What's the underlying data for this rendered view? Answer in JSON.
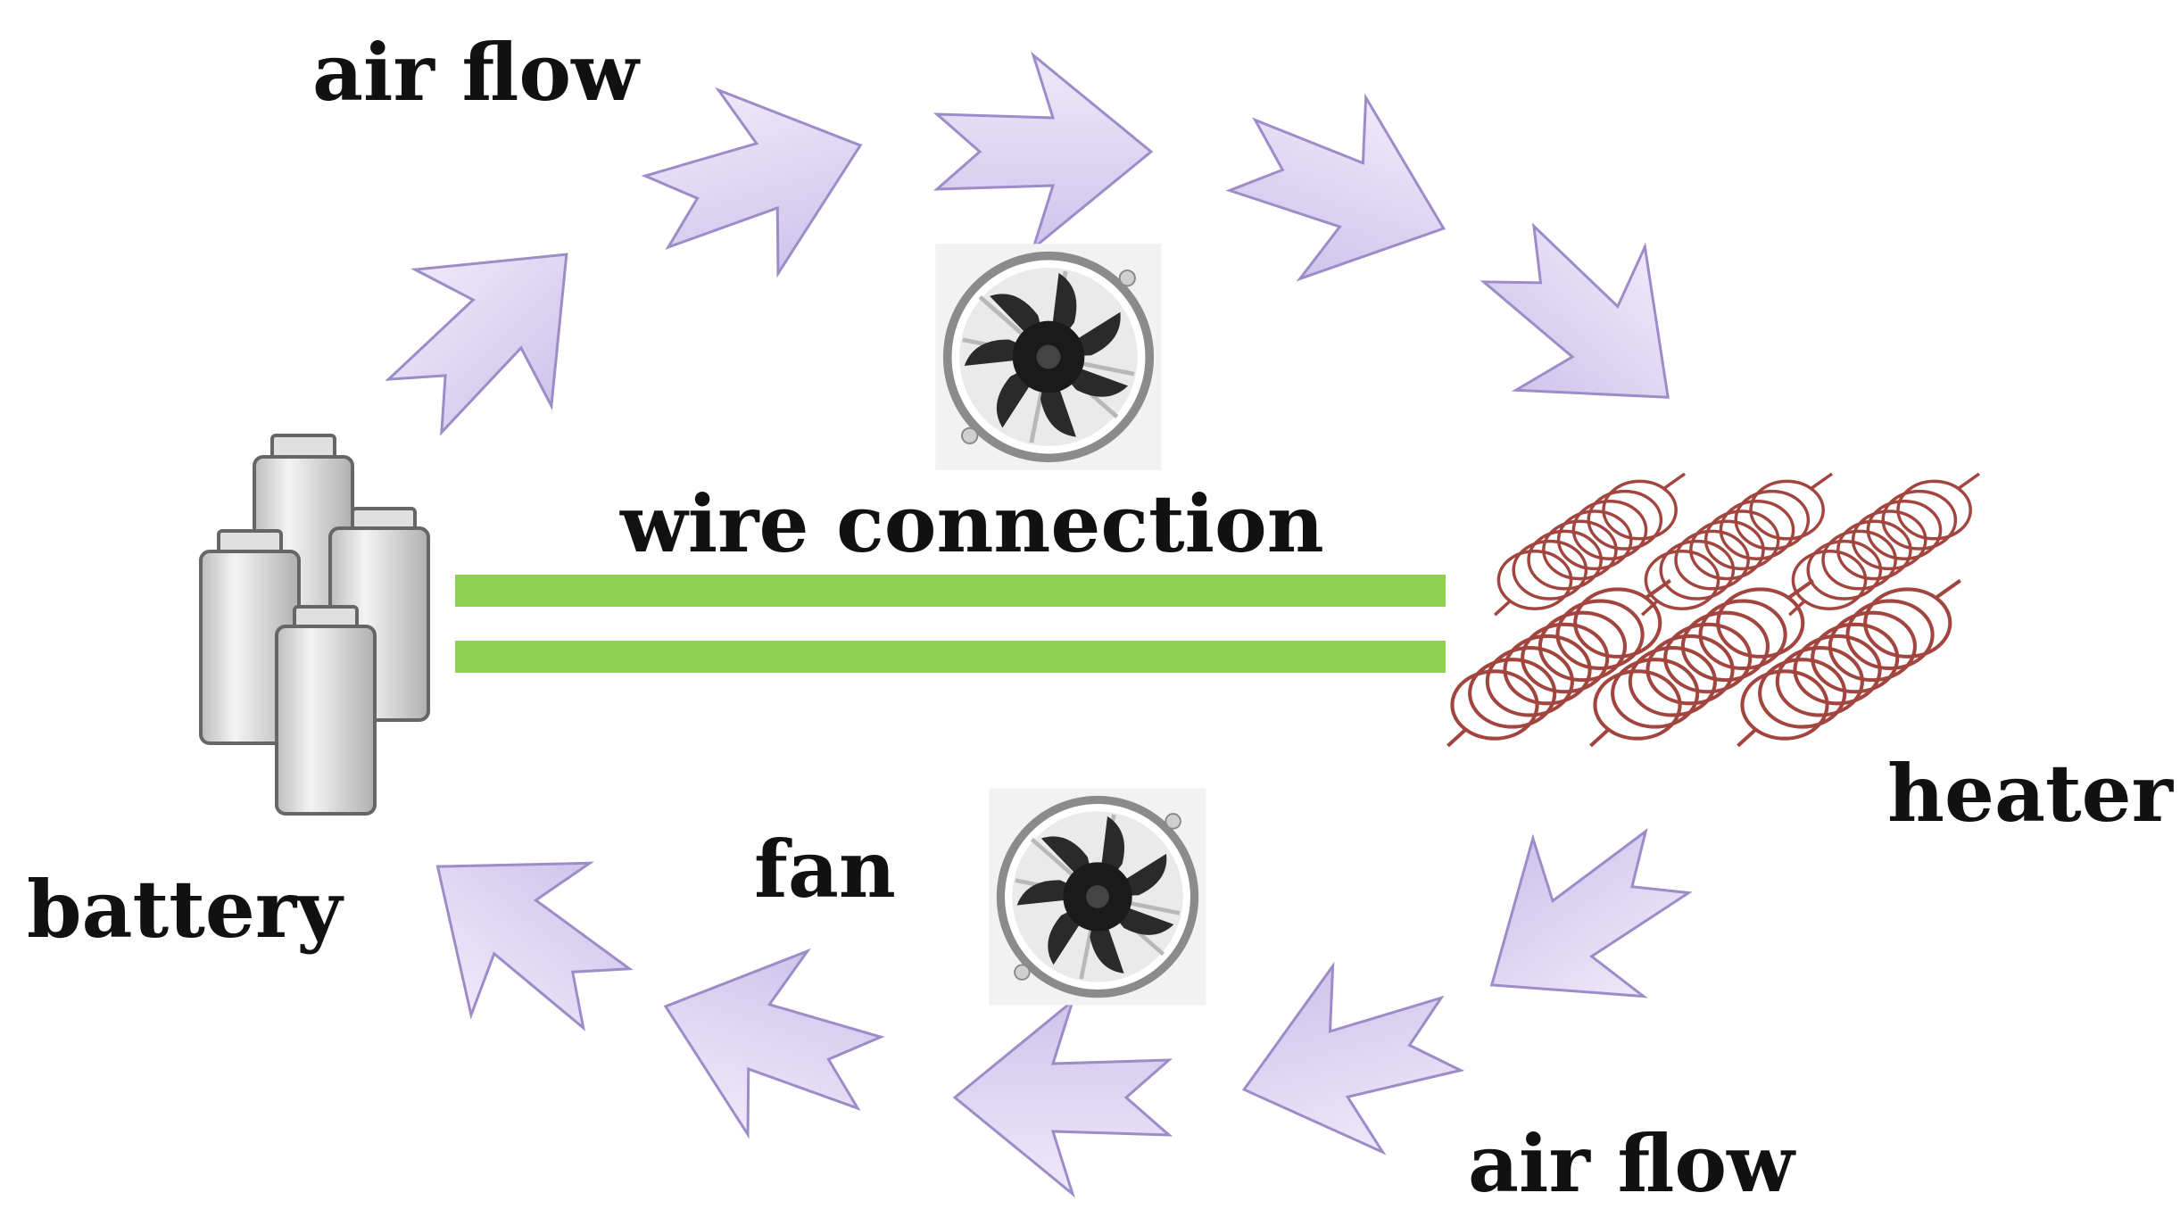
{
  "labels": {
    "air_flow_top": "air flow",
    "wire_connection": "wire connection",
    "heater": "heater",
    "battery": "battery",
    "fan": "fan",
    "air_flow_bottom": "air flow"
  },
  "colors": {
    "arrow_fill": "#ddd5f2",
    "arrow_stroke": "#9c8cc7",
    "wire": "#8fcf52",
    "coil": "#a3453f",
    "battery": "#d9d9d9",
    "fan_blade": "#2a2a2a"
  },
  "icons": {
    "battery": "battery-pack-icon",
    "fan": "fan-icon",
    "heater": "heating-coil-icon",
    "arrow": "air-flow-arrow-icon"
  }
}
